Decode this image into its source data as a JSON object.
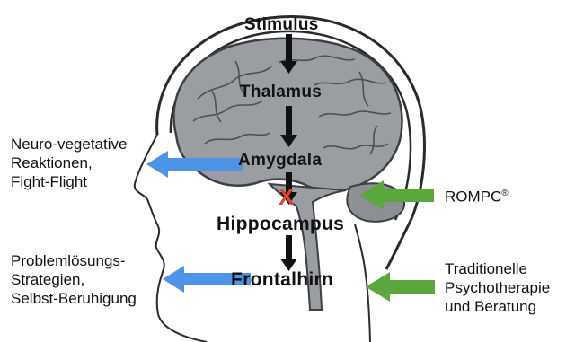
{
  "stages": [
    {
      "label": "Stimulus"
    },
    {
      "label": "Thalamus"
    },
    {
      "label": "Amygdala"
    },
    {
      "label": "Hippocampus"
    },
    {
      "label": "Frontalhirn"
    }
  ],
  "blocked_marker": "X",
  "left_notes": {
    "top": {
      "lines": [
        "Neuro-vegetative",
        "Reaktionen,",
        "Fight-Flight"
      ]
    },
    "bottom": {
      "lines": [
        "Problemlösungs-",
        "Strategien,",
        "Selbst-Beruhigung"
      ]
    }
  },
  "right_notes": {
    "top": {
      "text": "ROMPC",
      "mark": "®"
    },
    "bottom": {
      "lines": [
        "Traditionelle",
        "Psychotherapie",
        "und Beratung"
      ]
    }
  },
  "colors": {
    "brain": "#9a9da2",
    "brain_dark": "#5b5e63",
    "skull_outline": "#2a2a2a",
    "blue_arrow": "#4d93e6",
    "green_arrow": "#5aa83c",
    "black_arrow": "#111111",
    "x_mark": "#e0442b"
  }
}
